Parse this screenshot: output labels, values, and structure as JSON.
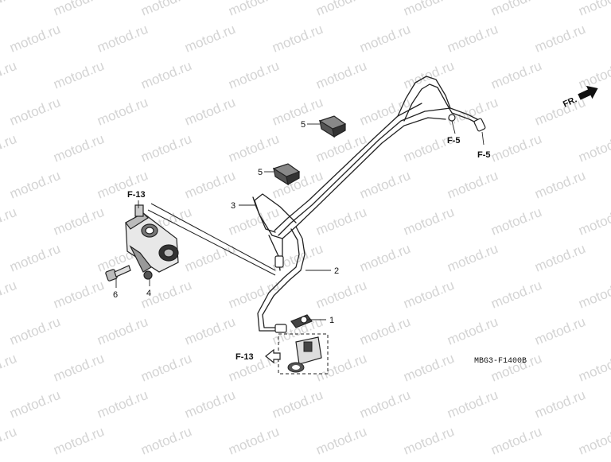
{
  "watermark": "motod.ru",
  "diagram_code": "MBG3-F1400B",
  "direction_label": "FR.",
  "callouts": {
    "c1": "1",
    "c2": "2",
    "c3": "3",
    "c4": "4",
    "c5a": "5",
    "c5b": "5",
    "c6": "6"
  },
  "refs": {
    "f5_left": "F-5",
    "f5_right": "F-5",
    "f13_top": "F-13",
    "f13_bottom": "F-13"
  }
}
